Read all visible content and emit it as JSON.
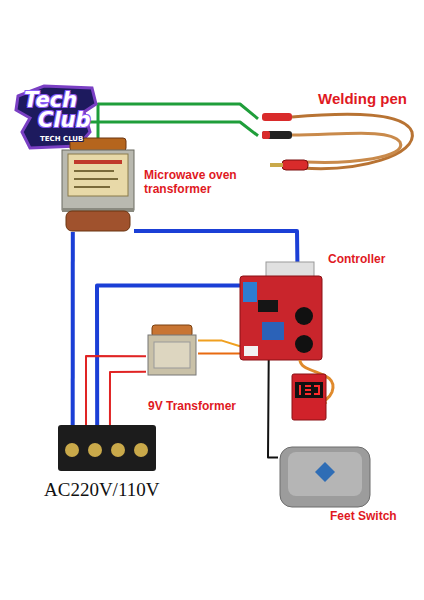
{
  "diagram": {
    "nodes": [
      {
        "text": [
          "Welding pen"
        ]
      },
      {
        "text": [
          "Microwave oven transformer"
        ]
      },
      {
        "text": [
          "Controller"
        ]
      },
      {
        "text": [
          "9V Transformer"
        ]
      },
      {
        "text": [
          "AC220V/110V"
        ]
      },
      {
        "text": [
          "Feet Switch"
        ]
      }
    ],
    "edges": [
      {
        "from": 1,
        "to": 0,
        "arrow": "none"
      },
      {
        "from": 1,
        "to": 0,
        "arrow": "none"
      },
      {
        "from": 1,
        "to": 2,
        "arrow": "none"
      },
      {
        "from": 1,
        "to": 4,
        "arrow": "none"
      },
      {
        "from": 2,
        "to": 4,
        "arrow": "none"
      },
      {
        "from": 3,
        "to": 4,
        "arrow": "none"
      },
      {
        "from": 3,
        "to": 4,
        "arrow": "none"
      },
      {
        "from": 3,
        "to": 2,
        "arrow": "none"
      },
      {
        "from": 3,
        "to": 2,
        "arrow": "none"
      },
      {
        "from": 5,
        "to": 2,
        "arrow": "none"
      }
    ],
    "labels": [
      "Tech",
      "Club",
      "TECH CLUB"
    ]
  }
}
